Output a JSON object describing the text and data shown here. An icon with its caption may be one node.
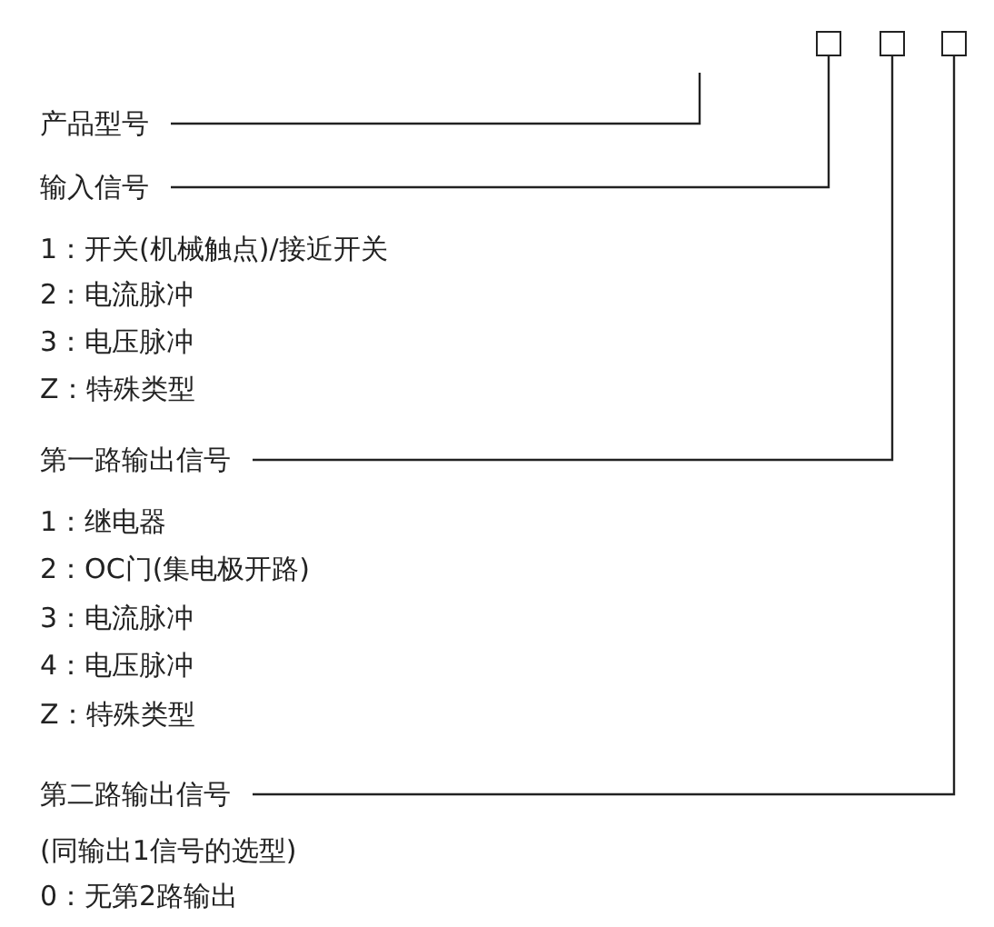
{
  "diagram": {
    "nodes": [
      {
        "text": [],
        "shape": "box"
      },
      {
        "text": [],
        "shape": "box"
      },
      {
        "text": [],
        "shape": "box"
      },
      {
        "text": [
          "产品型号"
        ]
      },
      {
        "text": [
          "输入信号"
        ]
      },
      {
        "text": [
          "第一路输出信号"
        ]
      },
      {
        "text": [
          "第二路输出信号"
        ]
      }
    ],
    "edges": [
      {
        "from": 3,
        "to": null,
        "arrow": "none"
      },
      {
        "from": 4,
        "to": 0,
        "arrow": "none"
      },
      {
        "from": 5,
        "to": 1,
        "arrow": "none"
      },
      {
        "from": 6,
        "to": 2,
        "arrow": "none"
      }
    ],
    "labels": [
      "1：开关(机械触点)/接近开关",
      "2：电流脉冲",
      "3：电压脉冲",
      "Z：特殊类型",
      "1：继电器",
      "2：OC门(集电极开路)",
      "3：电流脉冲",
      "4：电压脉冲",
      "Z：特殊类型",
      "(同输出1信号的选型)",
      "0：无第2路输出"
    ]
  }
}
